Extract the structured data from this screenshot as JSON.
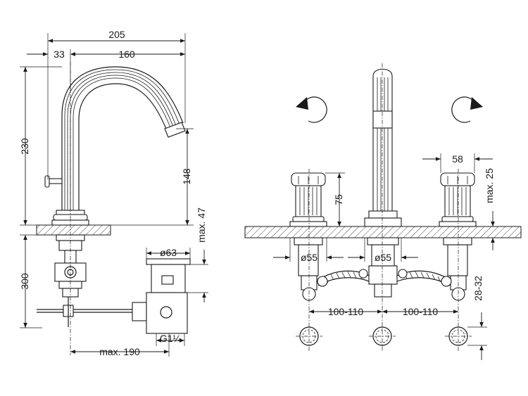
{
  "dimensions": {
    "overall_width": "205",
    "lever_offset": "33",
    "spout_reach": "160",
    "height_230": "230",
    "spout_height": "148",
    "below_counter": "300",
    "max_counter_thickness_left": "max. 47",
    "waste_diameter": "ø63",
    "waste_thread": "G1¼",
    "rod_length": "max. 190",
    "handle_width": "58",
    "max_counter_thickness_right": "max. 25",
    "handle_height": "75",
    "hole_dia_left": "ø55",
    "hole_dia_center": "ø55",
    "spacing_left": "100-110",
    "spacing_right": "100-110",
    "depth_range": "28-32"
  },
  "rotation_symbols": [
    {
      "direction": "counterclockwise"
    },
    {
      "direction": "clockwise"
    }
  ]
}
